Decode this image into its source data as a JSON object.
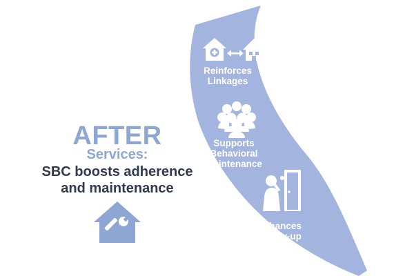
{
  "heading": {
    "after": "AFTER",
    "services": "Services:",
    "line1": "SBC boosts adherence",
    "line2": "and maintenance"
  },
  "band": {
    "items": [
      {
        "line1": "Reinforces",
        "line2": "Linkages",
        "icon": "clinic-home-link-icon"
      },
      {
        "line1": "Supports",
        "line2": "Behavioral",
        "line3": "Maintenance",
        "icon": "community-group-icon"
      },
      {
        "line1": "Enhances",
        "line2": "Follow-up",
        "icon": "door-knock-icon"
      }
    ]
  },
  "colors": {
    "band": "#a3b5de",
    "accent": "#8ea6d4",
    "text_dark": "#2f3a4f",
    "icon_white": "#ffffff",
    "house_icon": "#8ea6d4"
  }
}
